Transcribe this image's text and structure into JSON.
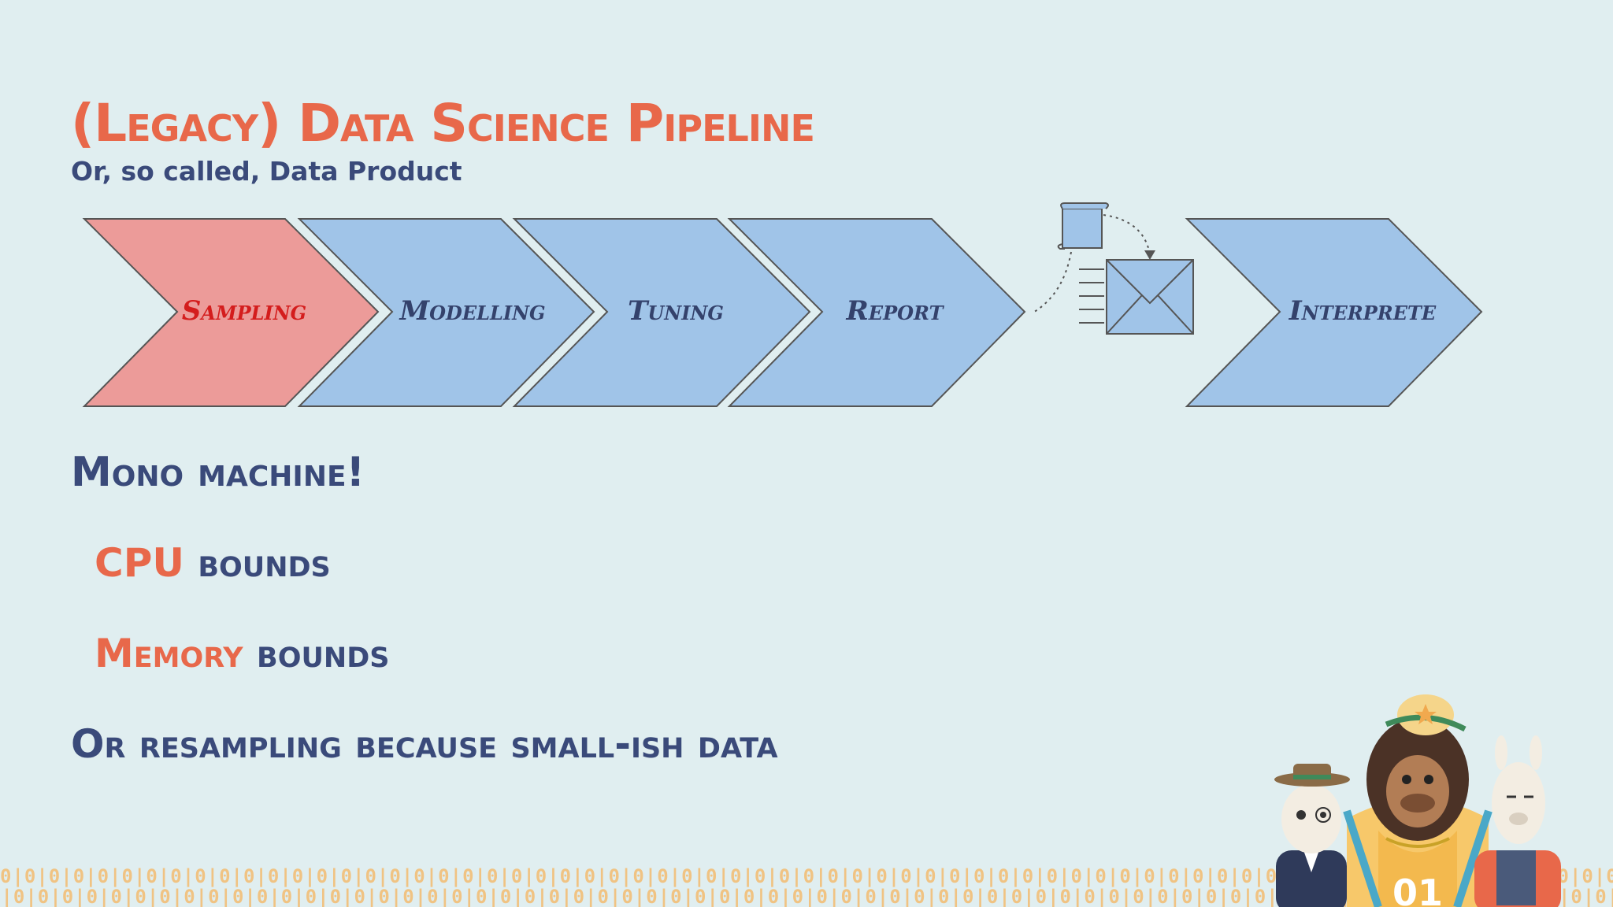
{
  "slide": {
    "title": "(Legacy) Data Science Pipeline",
    "subtitle": "Or, so called, Data Product"
  },
  "pipeline": {
    "steps": [
      {
        "label": "Sampling",
        "fill": "#ec9b99",
        "text_color": "#d41d1d"
      },
      {
        "label": "Modelling",
        "fill": "#a0c4e8",
        "text_color": "#34426c"
      },
      {
        "label": "Tuning",
        "fill": "#a0c4e8",
        "text_color": "#34426c"
      },
      {
        "label": "Report",
        "fill": "#a0c4e8",
        "text_color": "#34426c"
      },
      {
        "label": "Interprete",
        "fill": "#a0c4e8",
        "text_color": "#34426c"
      }
    ],
    "transfer_icons": [
      "document-icon",
      "envelope-icon"
    ]
  },
  "bullets": {
    "line1": "Mono machine!",
    "line2_accent": "CPU",
    "line2_rest": " bounds",
    "line3_accent": "Memory",
    "line3_rest": " bounds",
    "line4": "Or resampling because small-ish data"
  },
  "footer": {
    "binary_row": "0|0|0|0|0|0|0|0|0|0|0|0|0|0|0|0|0|0|0|0|0|0|0|0|0|0|0|0|0|0|0|0|0|0|0|0|0|0|0|0|0|0|0|0|0|0|0|0|0|0|0|0|0|0|0|0|0|0|0|0|0|0|0|0|0|0|0|0|0|0|0|0|0|0|0|0|0|0|0|0|0|0|0|0|0|0|0|0|0|0",
    "mascot_number": "01"
  },
  "colors": {
    "background": "#e0eef0",
    "accent": "#e8684a",
    "navy": "#3a4a7a",
    "chevron_blue": "#a0c4e8",
    "chevron_red": "#ec9b99"
  }
}
